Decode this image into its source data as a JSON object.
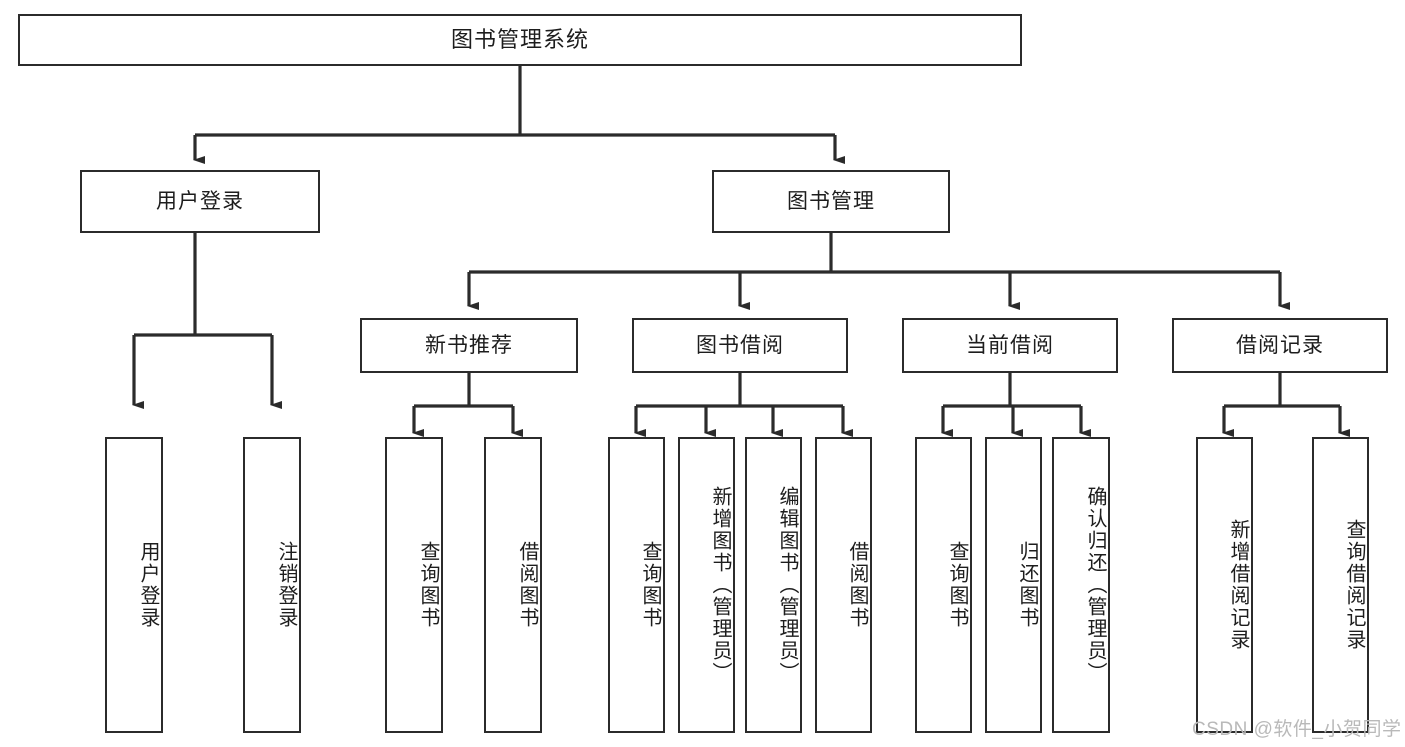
{
  "diagram": {
    "title": "图书管理系统",
    "type": "tree-hierarchy-chart",
    "watermark": "CSDN @软件_小贺同学",
    "colors": {
      "stroke": "#2b2b2b",
      "fill": "#ffffff",
      "text": "#1d1d1d",
      "watermark": "#b9b9b9"
    },
    "levels": {
      "level1": [
        {
          "id": "root",
          "label": "图书管理系统"
        }
      ],
      "level2": [
        {
          "id": "user-login",
          "label": "用户登录"
        },
        {
          "id": "book-manage",
          "label": "图书管理"
        }
      ],
      "level3": [
        {
          "id": "new-book-rec",
          "label": "新书推荐"
        },
        {
          "id": "book-borrow",
          "label": "图书借阅"
        },
        {
          "id": "current-borrow",
          "label": "当前借阅"
        },
        {
          "id": "borrow-record",
          "label": "借阅记录"
        }
      ],
      "level4": [
        {
          "id": "leaf-user-login",
          "label": "用户登录",
          "parent": "user-login"
        },
        {
          "id": "leaf-user-logout",
          "label": "注销登录",
          "parent": "user-login"
        },
        {
          "id": "leaf-query-book-1",
          "label": "查询图书",
          "parent": "new-book-rec"
        },
        {
          "id": "leaf-borrow-book-1",
          "label": "借阅图书",
          "parent": "new-book-rec"
        },
        {
          "id": "leaf-query-book-2",
          "label": "查询图书",
          "parent": "book-borrow"
        },
        {
          "id": "leaf-add-book",
          "label": "新增图书（管理员）",
          "parent": "book-borrow"
        },
        {
          "id": "leaf-edit-book",
          "label": "编辑图书（管理员）",
          "parent": "book-borrow"
        },
        {
          "id": "leaf-borrow-book-2",
          "label": "借阅图书",
          "parent": "book-borrow"
        },
        {
          "id": "leaf-query-book-3",
          "label": "查询图书",
          "parent": "current-borrow"
        },
        {
          "id": "leaf-return-book",
          "label": "归还图书",
          "parent": "current-borrow"
        },
        {
          "id": "leaf-confirm-return",
          "label": "确认归还（管理员）",
          "parent": "current-borrow"
        },
        {
          "id": "leaf-add-record",
          "label": "新增借阅记录",
          "parent": "borrow-record"
        },
        {
          "id": "leaf-query-record",
          "label": "查询借阅记录",
          "parent": "borrow-record"
        }
      ]
    }
  }
}
